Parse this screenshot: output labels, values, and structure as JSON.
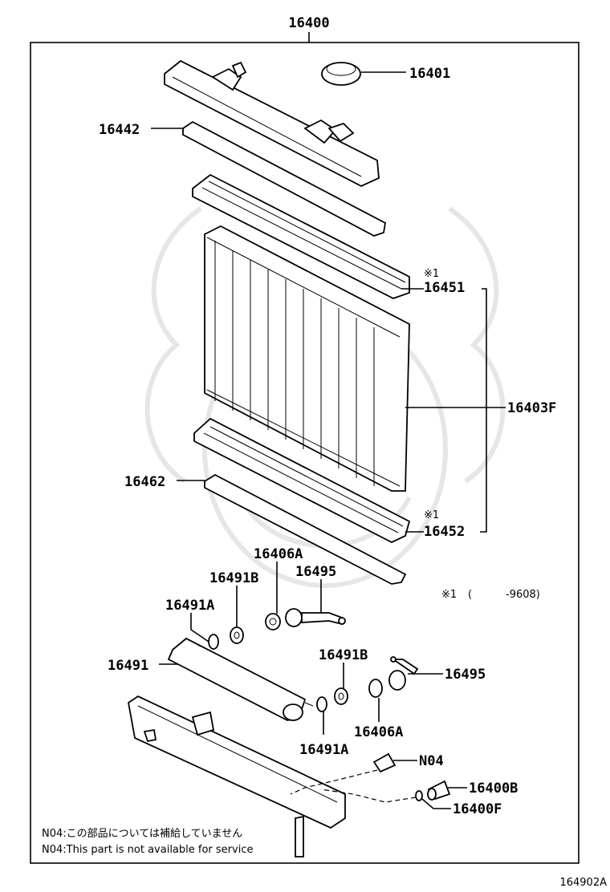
{
  "assembly_number": "16400",
  "figure_number": "164902A",
  "parts": {
    "cap": "16401",
    "upper_gasket": "16442",
    "upper_tank_mark": "※1",
    "upper_tank": "16451",
    "core": "16403F",
    "lower_tank_mark": "※1",
    "lower_tank": "16452",
    "lower_gasket": "16462",
    "plug_left": "16406A",
    "hose_left": "16495",
    "oring_b_left": "16491B",
    "oring_a_left": "16491A",
    "pipe": "16491",
    "oring_b_right": "16491B",
    "hose_right": "16495",
    "plug_right": "16406A",
    "oring_a_right": "16491A",
    "drain_n04": "N04",
    "drain_cock": "16400B",
    "drain_plug": "16400F"
  },
  "footnote": {
    "mark": "※1",
    "open_paren": "(",
    "range": "-9608)"
  },
  "notes": {
    "jp": "N04:この部品については補給していません",
    "en": "N04:This part is not available for service"
  }
}
